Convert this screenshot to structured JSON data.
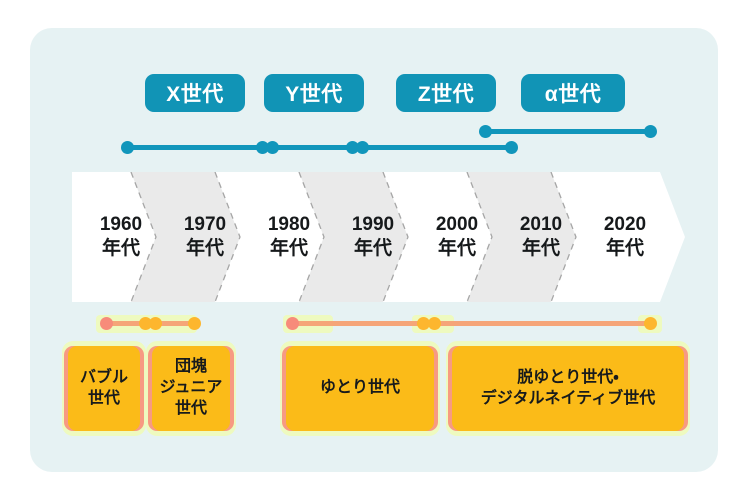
{
  "panel": {
    "background_color": "#e6f2f3",
    "page_background": "#ffffff"
  },
  "colors": {
    "teal": "#1194b6",
    "amber": "#fbbb18",
    "salmon": "#f79a82",
    "orange_dot": "#fdb62e",
    "orange_line": "#f5a578",
    "glow": "#eefabf",
    "chevron_white": "#ffffff",
    "chevron_gray": "#eaeaea"
  },
  "top_generations": [
    {
      "label": "X世代",
      "name": "chip-x-generation"
    },
    {
      "label": "Y世代",
      "name": "chip-y-generation"
    },
    {
      "label": "Z世代",
      "name": "chip-z-generation"
    },
    {
      "label": "α世代",
      "name": "chip-alpha-generation"
    }
  ],
  "decades": [
    {
      "year": "1960",
      "suffix": "年代"
    },
    {
      "year": "1970",
      "suffix": "年代"
    },
    {
      "year": "1980",
      "suffix": "年代"
    },
    {
      "year": "1990",
      "suffix": "年代"
    },
    {
      "year": "2000",
      "suffix": "年代"
    },
    {
      "year": "2010",
      "suffix": "年代"
    },
    {
      "year": "2020",
      "suffix": "年代"
    }
  ],
  "bottom_generations": [
    {
      "lines": [
        "バブル",
        "世代"
      ],
      "name": "card-bubble-generation"
    },
    {
      "lines": [
        "団塊",
        "ジュニア",
        "世代"
      ],
      "name": "card-dankai-junior-generation"
    },
    {
      "lines": [
        "ゆとり世代"
      ],
      "name": "card-yutori-generation"
    },
    {
      "lines": [
        "脱ゆとり世代・",
        "デジタルネイティブ世代"
      ],
      "name": "card-datsu-yutori-digital-native-generation"
    }
  ],
  "chart_data": {
    "type": "timeline",
    "title": "世代区分タイムライン",
    "axis": {
      "unit": "decade",
      "ticks": [
        "1960年代",
        "1970年代",
        "1980年代",
        "1990年代",
        "2000年代",
        "2010年代",
        "2020年代"
      ],
      "start": 1960,
      "end": 2029
    },
    "series": [
      {
        "name": "X世代",
        "group": "top",
        "color": "#1196bb",
        "start_decade": "1960年代",
        "end_decade": "1970年代"
      },
      {
        "name": "Y世代",
        "group": "top",
        "color": "#1196bb",
        "start_decade": "1980年代",
        "end_decade": "1990年代"
      },
      {
        "name": "Z世代",
        "group": "top",
        "color": "#1196bb",
        "start_decade": "1990年代",
        "end_decade": "2010年代"
      },
      {
        "name": "α世代",
        "group": "top",
        "color": "#1196bb",
        "start_decade": "2010年代",
        "end_decade": "2020年代"
      },
      {
        "name": "バブル世代",
        "group": "bottom",
        "color": "#fbbb18",
        "start_decade": "1960年代",
        "end_decade": "1960年代"
      },
      {
        "name": "団塊ジュニア世代",
        "group": "bottom",
        "color": "#fbbb18",
        "start_decade": "1970年代",
        "end_decade": "1970年代"
      },
      {
        "name": "ゆとり世代",
        "group": "bottom",
        "color": "#fbbb18",
        "start_decade": "1980年代",
        "end_decade": "2000年代"
      },
      {
        "name": "脱ゆとり世代・デジタルネイティブ世代",
        "group": "bottom",
        "color": "#fbbb18",
        "start_decade": "2000年代",
        "end_decade": "2020年代"
      }
    ]
  }
}
